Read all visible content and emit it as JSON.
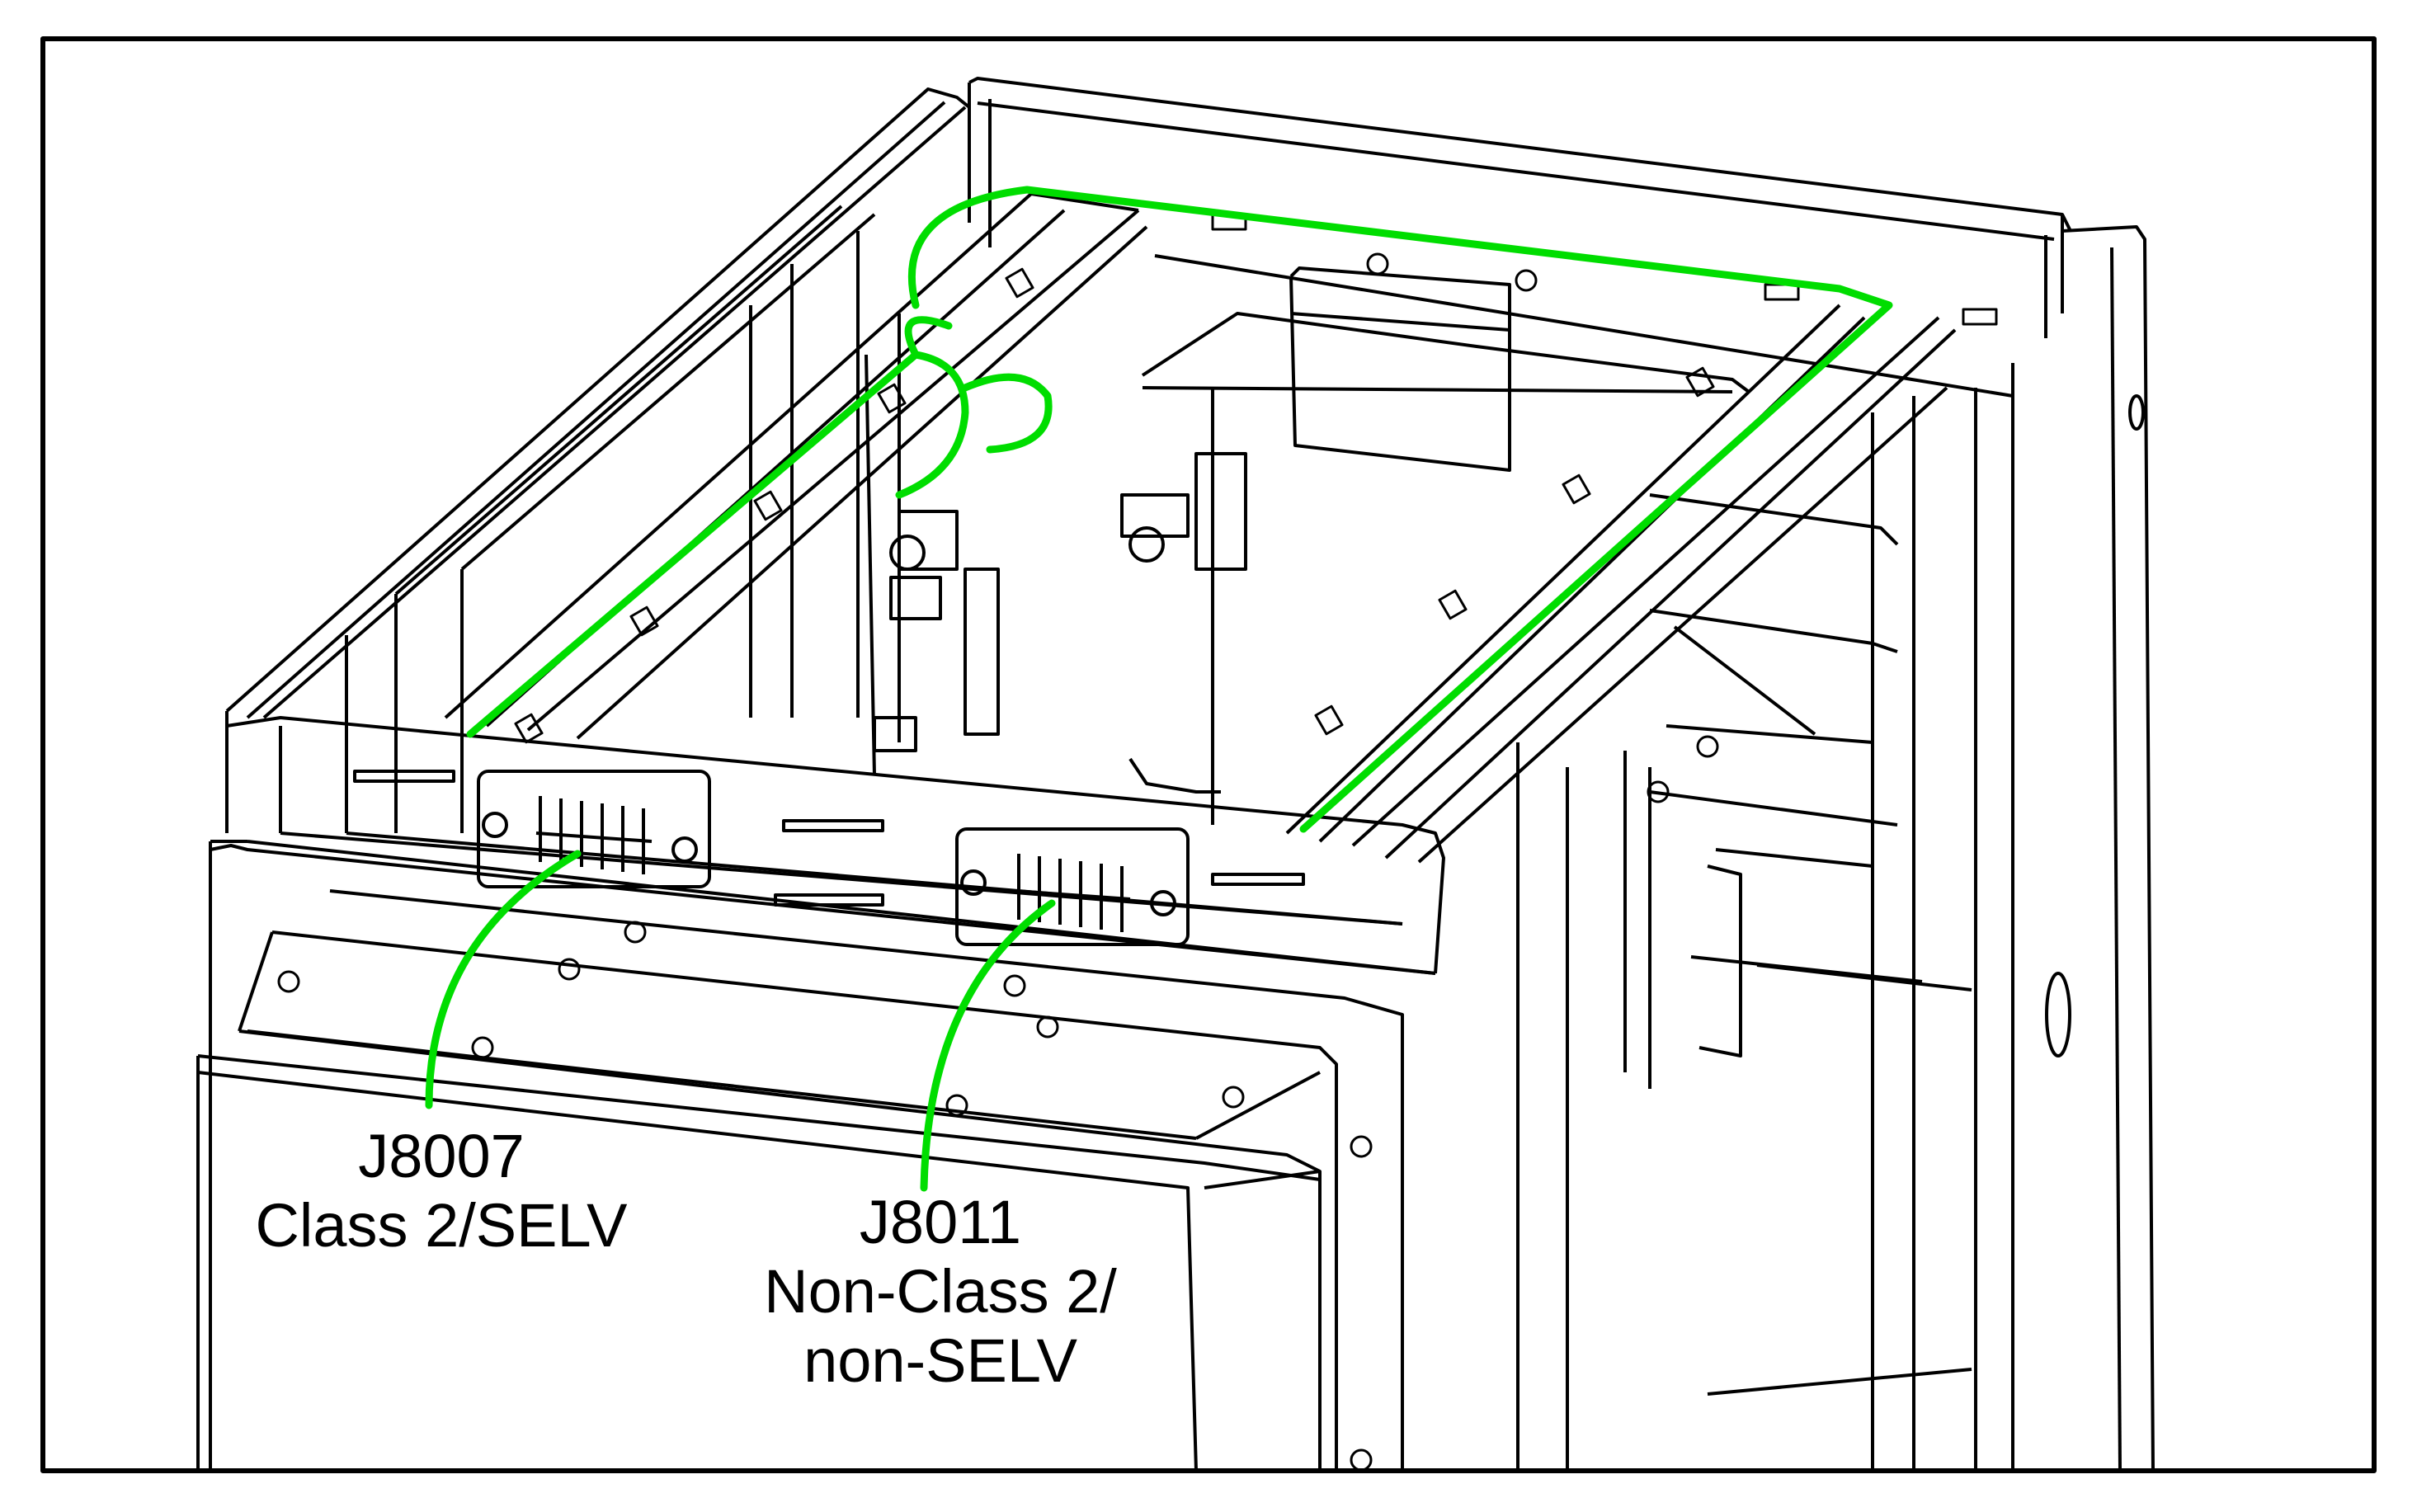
{
  "colors": {
    "frame": "#000000",
    "line_art": "#000000",
    "highlight": "#00dd00",
    "background": "#ffffff"
  },
  "callouts": {
    "j8007": {
      "line1": "J8007",
      "line2": "Class 2/SELV"
    },
    "j8011": {
      "line1": "J8011",
      "line2": "Non-Class 2/",
      "line3": "non-SELV"
    }
  }
}
